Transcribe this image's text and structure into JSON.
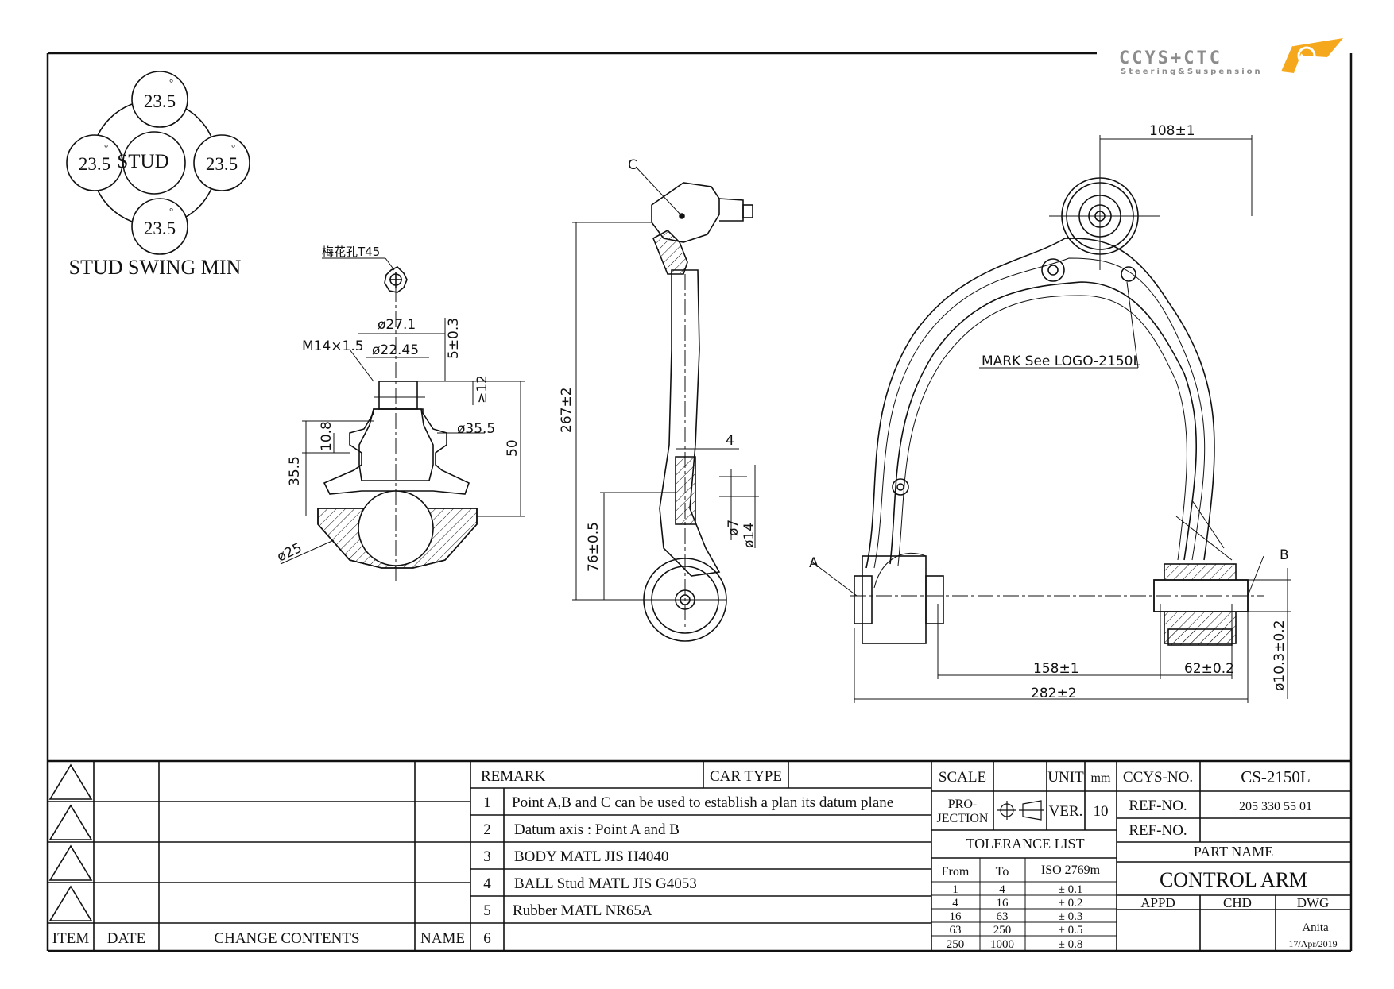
{
  "logo": {
    "name": "CCYS+CTC",
    "tagline": "Steering&Suspension",
    "accent_color": "#f6a81c",
    "text_color": "#8c8c8c"
  },
  "swing": {
    "title": "STUD SWING MIN",
    "center": "STUD",
    "angle": "23.5",
    "degree": "°"
  },
  "ball_joint": {
    "socket": "梅花孔T45",
    "thread": "M14×1.5",
    "d_outer": "ø27.1",
    "d_inner": "ø22.45",
    "h_top": "5±0.3",
    "h_thread": "≥12",
    "d_boot": "ø35.5",
    "h_boot": "10.8",
    "h_total": "35.5",
    "h_50": "50",
    "d_ball": "ø25"
  },
  "side_view": {
    "point_c": "C",
    "length": "267±2",
    "thickness": "4",
    "offset": "76±0.5",
    "d_small": "ø7",
    "d_large": "ø14"
  },
  "top_view": {
    "width_top": "108±1",
    "mark": "MARK See LOGO-2150L",
    "point_a": "A",
    "point_b": "B",
    "dim_158": "158±1",
    "dim_62": "62±0.2",
    "dim_282": "282±2",
    "dim_bush": "ø10.3±0.2"
  },
  "revision": {
    "headers": [
      "ITEM",
      "DATE",
      "CHANGE CONTENTS",
      "NAME"
    ]
  },
  "remarks": {
    "header": "REMARK",
    "car_type_label": "CAR TYPE",
    "car_type_value": "",
    "items": [
      {
        "no": "1",
        "text": "Point A,B and C can be used to establish a plan its datum plane"
      },
      {
        "no": "2",
        "text": "Datum axis : Point A and B"
      },
      {
        "no": "3",
        "text": "BODY MATL JIS H4040"
      },
      {
        "no": "4",
        "text": "BALL Stud MATL JIS G4053"
      },
      {
        "no": "5",
        "text": "Rubber MATL NR65A"
      },
      {
        "no": "6",
        "text": ""
      }
    ]
  },
  "title_block": {
    "scale_label": "SCALE",
    "scale_value": "",
    "unit_label": "UNIT",
    "unit_value": "mm",
    "projection_label_1": "PRO-",
    "projection_label_2": "JECTION",
    "ver_label": "VER.",
    "ver_value": "10",
    "ccys_no_label": "CCYS-NO.",
    "ccys_no_value": "CS-2150L",
    "ref_no_label": "REF-NO.",
    "ref_no_value": "205 330 55 01",
    "ref_no2_label": "REF-NO.",
    "ref_no2_value": "",
    "part_name_label": "PART NAME",
    "part_name_value": "CONTROL ARM",
    "appd_label": "APPD",
    "chd_label": "CHD",
    "dwg_label": "DWG",
    "dwg_name": "Anita",
    "dwg_date": "17/Apr/2019"
  },
  "tolerance": {
    "title": "TOLERANCE LIST",
    "headers": [
      "From",
      "To",
      "ISO 2769m"
    ],
    "rows": [
      [
        "1",
        "4",
        "± 0.1"
      ],
      [
        "4",
        "16",
        "± 0.2"
      ],
      [
        "16",
        "63",
        "± 0.3"
      ],
      [
        "63",
        "250",
        "± 0.5"
      ],
      [
        "250",
        "1000",
        "± 0.8"
      ]
    ]
  }
}
